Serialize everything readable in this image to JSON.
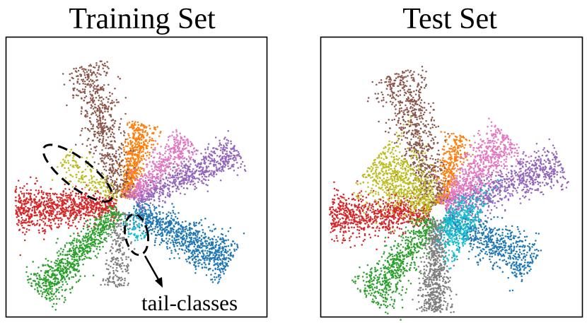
{
  "chart_data": [
    {
      "type": "scatter",
      "title": "Training Set",
      "xlabel": "",
      "ylabel": "",
      "grid": false,
      "series": [
        {
          "color": "#d62728",
          "arm": {
            "x": -1.0,
            "y": -0.05,
            "length": 0.7,
            "width": 0.07,
            "count": 900
          }
        },
        {
          "color": "#1f77b4",
          "arm": {
            "x": 0.88,
            "y": -0.48,
            "length": 0.78,
            "width": 0.07,
            "count": 900
          }
        },
        {
          "color": "#2ca02c",
          "arm": {
            "x": -0.7,
            "y": -0.72,
            "length": 0.8,
            "width": 0.06,
            "count": 800
          }
        },
        {
          "color": "#ff7f0e",
          "arm": {
            "x": 0.22,
            "y": 0.97,
            "length": 0.53,
            "width": 0.045,
            "count": 550
          }
        },
        {
          "color": "#9467bd",
          "arm": {
            "x": 0.9,
            "y": 0.43,
            "length": 0.82,
            "width": 0.06,
            "count": 700
          }
        },
        {
          "color": "#8c564b",
          "arm": {
            "x": -0.27,
            "y": 0.96,
            "length": 0.95,
            "width": 0.07,
            "count": 650
          }
        },
        {
          "color": "#e377c2",
          "arm": {
            "x": 0.68,
            "y": 0.73,
            "length": 0.58,
            "width": 0.05,
            "count": 420
          }
        },
        {
          "color": "#7f7f7f",
          "arm": {
            "x": -0.12,
            "y": -0.99,
            "length": 0.52,
            "width": 0.05,
            "count": 220
          }
        },
        {
          "color": "#bcbd22",
          "arm": {
            "x": -0.8,
            "y": 0.6,
            "length": 0.48,
            "width": 0.05,
            "count": 170
          }
        },
        {
          "color": "#17becf",
          "arm": {
            "x": 0.45,
            "y": -0.89,
            "length": 0.22,
            "width": 0.04,
            "count": 60
          }
        }
      ],
      "annotation": "tail-classes"
    },
    {
      "type": "scatter",
      "title": "Test Set",
      "xlabel": "",
      "ylabel": "",
      "grid": false,
      "series": [
        {
          "color": "#d62728",
          "arm": {
            "x": -1.0,
            "y": -0.05,
            "length": 0.7,
            "width": 0.08,
            "count": 800
          }
        },
        {
          "color": "#1f77b4",
          "arm": {
            "x": 0.88,
            "y": -0.5,
            "length": 0.7,
            "width": 0.07,
            "count": 650
          }
        },
        {
          "color": "#2ca02c",
          "arm": {
            "x": -0.62,
            "y": -0.78,
            "length": 0.72,
            "width": 0.07,
            "count": 650
          }
        },
        {
          "color": "#ff7f0e",
          "arm": {
            "x": 0.26,
            "y": 0.97,
            "length": 0.5,
            "width": 0.045,
            "count": 350
          }
        },
        {
          "color": "#9467bd",
          "arm": {
            "x": 0.93,
            "y": 0.37,
            "length": 0.86,
            "width": 0.07,
            "count": 750
          }
        },
        {
          "color": "#8c564b",
          "arm": {
            "x": -0.28,
            "y": 0.96,
            "length": 0.95,
            "width": 0.08,
            "count": 750
          }
        },
        {
          "color": "#e377c2",
          "arm": {
            "x": 0.68,
            "y": 0.73,
            "length": 0.66,
            "width": 0.07,
            "count": 650
          }
        },
        {
          "color": "#7f7f7f",
          "arm": {
            "x": -0.05,
            "y": -1.0,
            "length": 0.64,
            "width": 0.05,
            "count": 650
          }
        },
        {
          "color": "#bcbd22",
          "arm": {
            "x": -0.78,
            "y": 0.62,
            "length": 0.52,
            "width": 0.11,
            "count": 750
          }
        },
        {
          "color": "#17becf",
          "arm": {
            "x": 0.35,
            "y": -0.2,
            "length": 0.22,
            "width": 0.12,
            "count": 450
          }
        }
      ]
    }
  ]
}
